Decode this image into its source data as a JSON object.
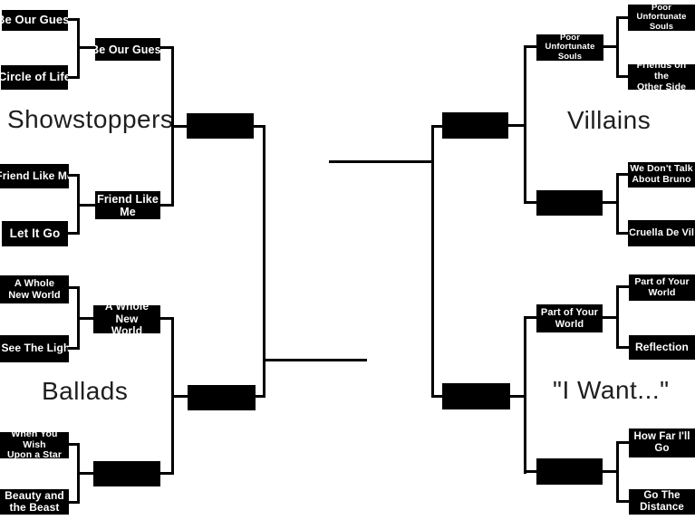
{
  "colors": {
    "background": "#ffffff",
    "box_fill": "#000000",
    "box_text": "#ffffff",
    "line": "#000000",
    "title_text": "#1e1e1e"
  },
  "quadrants": [
    {
      "title": "Showstoppers",
      "round1": [
        "Be Our Guest",
        "Circle of Life",
        "Friend Like Me",
        "Let It Go"
      ],
      "round2": [
        "Be Our Guest",
        "Friend Like\nMe"
      ],
      "semifinal": ""
    },
    {
      "title": "Ballads",
      "round1": [
        "A Whole\nNew World",
        "I See The Light",
        "When You Wish\nUpon a Star",
        "Beauty and\nthe Beast"
      ],
      "round2": [
        "A Whole New\nWorld",
        ""
      ],
      "semifinal": ""
    },
    {
      "title": "Villains",
      "round1": [
        "Poor Unfortunate\nSouls",
        "Friends on the\nOther Side",
        "We Don't Talk\nAbout Bruno",
        "Cruella De Vil"
      ],
      "round2": [
        "Poor Unfortunate\nSouls",
        ""
      ],
      "semifinal": ""
    },
    {
      "title": "\"I Want...\"",
      "round1": [
        "Part of Your\nWorld",
        "Reflection",
        "How Far I'll\nGo",
        "Go The\nDistance"
      ],
      "round2": [
        "Part of Your\nWorld",
        ""
      ],
      "semifinal": ""
    }
  ]
}
